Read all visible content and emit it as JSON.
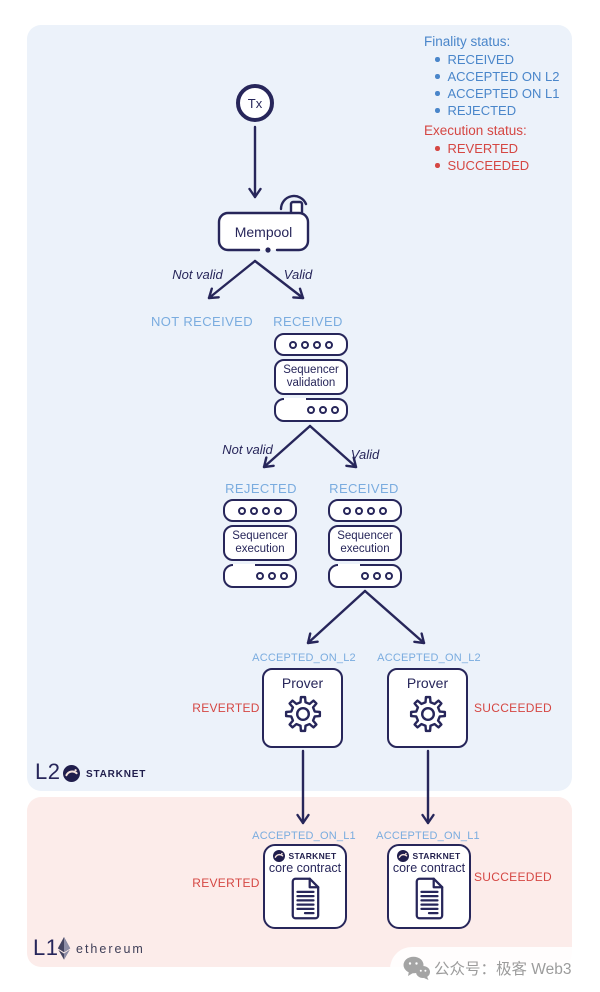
{
  "legend": {
    "finality": {
      "title": "Finality status:",
      "items": [
        "RECEIVED",
        "ACCEPTED ON L2",
        "ACCEPTED ON L1",
        "REJECTED"
      ]
    },
    "execution": {
      "title": "Execution status:",
      "items": [
        "REVERTED",
        "SUCCEEDED"
      ]
    }
  },
  "flow": {
    "tx_label": "Tx",
    "mempool_label": "Mempool",
    "branch1": {
      "not_valid": "Not valid",
      "valid": "Valid",
      "left_status": "NOT RECEIVED",
      "right_status": "RECEIVED"
    },
    "sequencer_validation": {
      "line1": "Sequencer",
      "line2": "validation"
    },
    "branch2": {
      "not_valid": "Not valid",
      "valid": "Valid",
      "left_status": "REJECTED",
      "right_status": "RECEIVED"
    },
    "sequencer_execution": {
      "line1": "Sequencer",
      "line2": "execution"
    },
    "branch3": {
      "left_status": "ACCEPTED_ON_L2",
      "right_status": "ACCEPTED_ON_L2"
    },
    "prover": {
      "title": "Prover",
      "left_side_label": "REVERTED",
      "right_side_label": "SUCCEEDED"
    },
    "l1": {
      "left_status": "ACCEPTED_ON_L1",
      "right_status": "ACCEPTED_ON_L1",
      "brand": "STARKNET",
      "contract": "core contract",
      "left_side_label": "REVERTED",
      "right_side_label": "SUCCEEDED"
    }
  },
  "badges": {
    "l2": {
      "layer": "L2",
      "brand": "STARKNET"
    },
    "l1": {
      "layer": "L1",
      "brand": "ethereum"
    }
  },
  "watermark": {
    "text": "公众号：极客 Web3"
  },
  "colors": {
    "navy": "#27265A",
    "label-blue": "#7AACDF",
    "legend-blue": "#4A86CA",
    "status-red": "#D54743",
    "l2-bg": "#ECF2FA",
    "l1-bg": "#FCECEA"
  }
}
